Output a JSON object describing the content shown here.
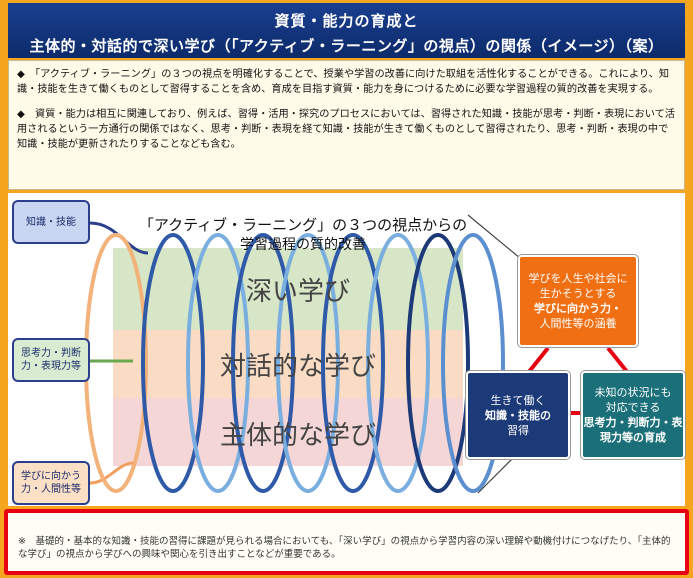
{
  "header": {
    "line1": "資質・能力の育成と",
    "line2": "主体的・対話的で深い学び（「アクティブ・ラーニング」の視点）の関係（イメージ）（案）"
  },
  "notes": {
    "p1": "◆　「アクティブ・ラーニング」の３つの視点を明確化することで、授業や学習の改善に向けた取組を活性化することができる。これにより、知識・技能を生きて働くものとして習得することを含め、育成を目指す資質・能力を身につけるために必要な学習過程の質的改善を実現する。",
    "p2": "◆　資質・能力は相互に関連しており、例えば、習得・活用・探究のプロセスにおいては、習得された知識・技能が思考・判断・表現において活用されるという一方通行の関係ではなく、思考・判断・表現を経て知識・技能が生きて働くものとして習得されたり、思考・判断・表現の中で知識・技能が更新されたりすることなども含む。"
  },
  "left_labels": {
    "knowledge": "知識・技能",
    "thinking": "思考力・判断力・表現力等",
    "attitude": "学びに向かう力・人間性等"
  },
  "diagram_title": {
    "line1": "「アクティブ・ラーニング」の３つの視点からの",
    "line2": "学習過程の質的改善"
  },
  "bands": {
    "deep": "深い学び",
    "dialogic": "対話的な学び",
    "proactive": "主体的な学び"
  },
  "circles": {
    "orange_l1": "学びを人生や社会に",
    "orange_l2": "生かそうとする",
    "orange_l3": "学びに向かう力・",
    "orange_l4": "人間性等の涵養",
    "navy_l1": "生きて働く",
    "navy_l2": "知識・技能の",
    "navy_l3": "習得",
    "teal_l1": "未知の状況にも",
    "teal_l2": "対応できる",
    "teal_l3": "思考力・判断力・表",
    "teal_l4": "現力等の育成"
  },
  "footer": {
    "text": "※　基礎的・基本的な知識・技能の習得に課題が見られる場合においても、「深い学び」の視点から学習内容の深い理解や動機付けにつなげたり、「主体的な学び」の視点から学びへの興味や関心を引き出すことなどが重要である。"
  },
  "colors": {
    "frame": "#f6a51f",
    "header": "#0d2b6b",
    "orange": "#ef6f12",
    "navy": "#1d3a78",
    "teal": "#1b6f78",
    "footer_border": "#e60012"
  }
}
